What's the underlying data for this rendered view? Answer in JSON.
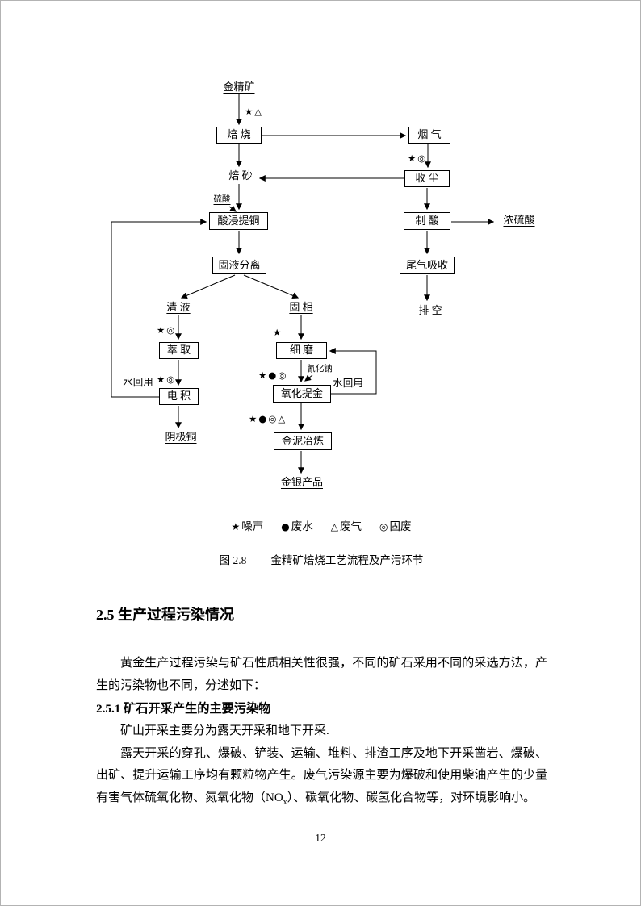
{
  "flowchart": {
    "nodes": {
      "gold_concentrate": "金精矿",
      "roasting": "焙 烧",
      "flue_gas": "烟 气",
      "calcine": "焙 砂",
      "dust_collection": "收 尘",
      "sulfuric_acid": "硫酸",
      "acid_leach_copper": "酸浸提铜",
      "acid_making": "制 酸",
      "conc_sulfuric_acid": "浓硫酸",
      "solid_liquid_separation": "固液分离",
      "tail_gas_absorption": "尾气吸收",
      "vent": "排 空",
      "clear_liquid": "清 液",
      "solid_phase": "固 相",
      "extraction": "萃 取",
      "fine_grinding": "细 磨",
      "electrowinning": "电 积",
      "water_reuse_left": "水回用",
      "sodium_cyanide": "氰化钠",
      "oxidation_gold_extraction": "氧化提金",
      "water_reuse_right": "水回用",
      "cathode_copper": "阴极铜",
      "gold_mud_smelting": "金泥冶炼",
      "gold_silver_products": "金银产品"
    },
    "symbols": {
      "roasting_in": "★△",
      "dust_collection": "★◎",
      "extraction": "★◎",
      "fine_grinding": "★",
      "electrowinning": "★◎",
      "oxidation": "★●◎",
      "smelting": "★●◎△"
    },
    "legend": [
      {
        "symbol": "★",
        "label": "噪声"
      },
      {
        "symbol": "●",
        "label": "废水"
      },
      {
        "symbol": "△",
        "label": "废气"
      },
      {
        "symbol": "◎",
        "label": "固废"
      }
    ],
    "caption": {
      "figure_no": "图 2.8",
      "title": "金精矿焙烧工艺流程及产污环节"
    }
  },
  "content": {
    "heading": "2.5 生产过程污染情况",
    "para1": "黄金生产过程污染与矿石性质相关性很强，不同的矿石采用不同的采选方法，产生的污染物也不同，分述如下：",
    "subheading": "2.5.1 矿石开采产生的主要污染物",
    "para2": "矿山开采主要分为露天开采和地下开采.",
    "para3_before": "露天开采的穿孔、爆破、铲装、运输、堆料、排渣工序及地下开采凿岩、爆破、出矿、提升运输工序均有颗粒物产生。废气污染源主要为爆破和使用柴油产生的少量有害气体硫氧化物、氮氧化物（NO",
    "para3_sub": "x",
    "para3_after": "）、碳氧化物、碳氢化合物等，对环境影响小。"
  },
  "footer": {
    "page_number": "12"
  }
}
